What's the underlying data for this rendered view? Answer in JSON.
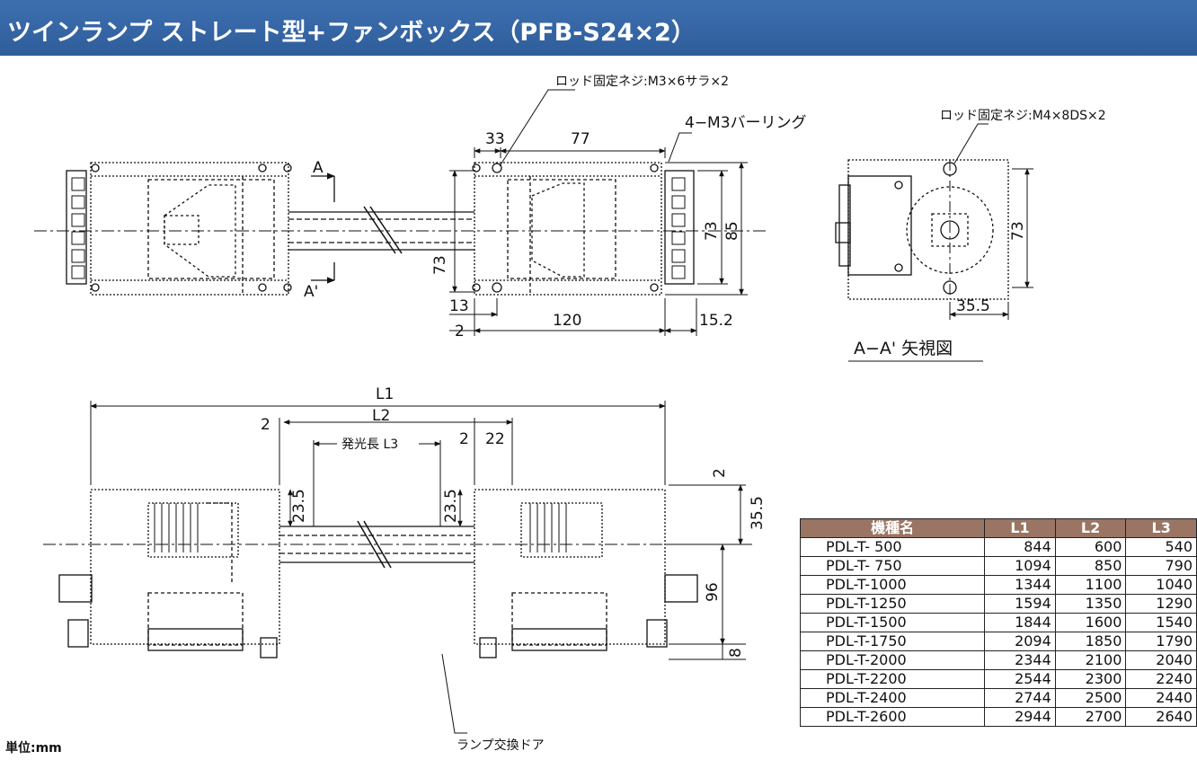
{
  "title": "ツインランプ ストレート型+ファンボックス（PFB-S24×2）",
  "unit_note": "単位:mm",
  "top_view": {
    "rod_screw_note": "ロッド固定ネジ:M3×6サラ×2",
    "burring_note": "4−M3バーリング",
    "dim_33": "33",
    "dim_77": "77",
    "dim_73_left": "73",
    "dim_73_right": "73",
    "dim_85": "85",
    "dim_13": "13",
    "dim_2": "2",
    "dim_120": "120",
    "dim_15_2": "15.2",
    "section_a": "A",
    "section_a_prime": "A'"
  },
  "end_view": {
    "rod_screw_note": "ロッド固定ネジ:M4×8DS×2",
    "dim_73": "73",
    "dim_35_5": "35.5",
    "caption": "A−A' 矢視図"
  },
  "front_view": {
    "dim_L1": "L1",
    "dim_L2": "L2",
    "dim_L3": "発光長 L3",
    "dim_2_left": "2",
    "dim_2_mid": "2",
    "dim_22": "22",
    "dim_23_5_left": "23.5",
    "dim_23_5_right": "23.5",
    "dim_2_right": "2",
    "dim_35_5": "35.5",
    "dim_96": "96",
    "dim_8": "8",
    "door_note": "ランプ交換ドア"
  },
  "table": {
    "headers": [
      "機種名",
      "L1",
      "L2",
      "L3"
    ],
    "rows": [
      [
        "PDL-T- 500",
        "844",
        "600",
        "540"
      ],
      [
        "PDL-T- 750",
        "1094",
        "850",
        "790"
      ],
      [
        "PDL-T-1000",
        "1344",
        "1100",
        "1040"
      ],
      [
        "PDL-T-1250",
        "1594",
        "1350",
        "1290"
      ],
      [
        "PDL-T-1500",
        "1844",
        "1600",
        "1540"
      ],
      [
        "PDL-T-1750",
        "2094",
        "1850",
        "1790"
      ],
      [
        "PDL-T-2000",
        "2344",
        "2100",
        "2040"
      ],
      [
        "PDL-T-2200",
        "2544",
        "2300",
        "2240"
      ],
      [
        "PDL-T-2400",
        "2744",
        "2500",
        "2440"
      ],
      [
        "PDL-T-2600",
        "2944",
        "2700",
        "2640"
      ]
    ],
    "header_color": "#9a7563"
  }
}
